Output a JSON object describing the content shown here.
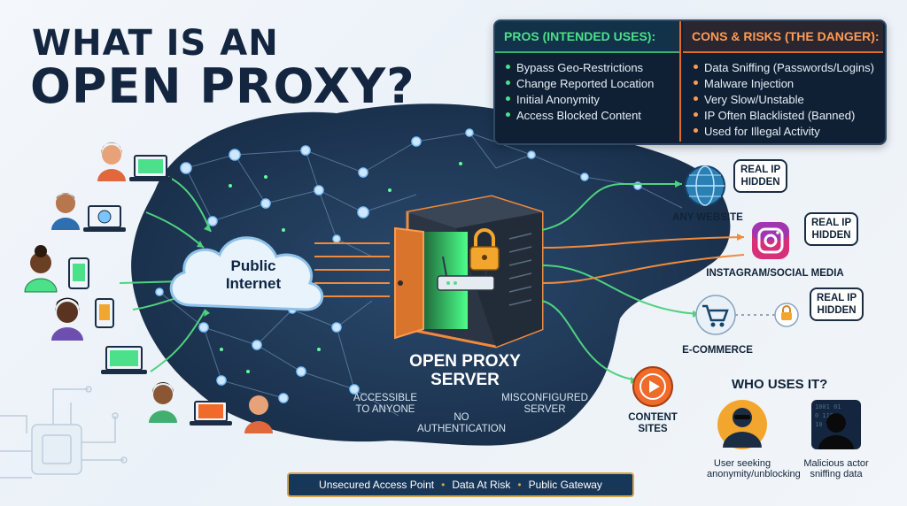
{
  "title": {
    "line1": "WHAT IS AN",
    "line2": "OPEN PROXY?"
  },
  "panel": {
    "pros_header": "PROS (INTENDED USES):",
    "pros": [
      "Bypass Geo-Restrictions",
      "Change Reported Location",
      "Initial Anonymity",
      "Access Blocked Content"
    ],
    "cons_header": "CONS & RISKS (THE DANGER):",
    "cons": [
      "Data Sniffing (Passwords/Logins)",
      "Malware Injection",
      "Very Slow/Unstable",
      "IP Often Blacklisted (Banned)",
      "Used for Illegal Activity"
    ]
  },
  "cloud": {
    "line1": "Public",
    "line2": "Internet"
  },
  "server": {
    "line1": "OPEN PROXY",
    "line2": "SERVER",
    "tag_left_1": "ACCESSIBLE",
    "tag_left_2": "TO ANYONE",
    "tag_mid_1": "NO",
    "tag_mid_2": "AUTHENTICATION",
    "tag_right_1": "MISCONFIGURED",
    "tag_right_2": "SERVER"
  },
  "destinations": {
    "website": "ANY WEBSITE",
    "social": "INSTAGRAM/SOCIAL MEDIA",
    "ecommerce": "E-COMMERCE",
    "content_1": "CONTENT",
    "content_2": "SITES"
  },
  "bubbles": {
    "b1_1": "REAL IP",
    "b1_2": "HIDDEN",
    "b2_1": "REAL IP",
    "b2_2": "HIDDEN",
    "b3_1": "REAL IP",
    "b3_2": "HIDDEN"
  },
  "who": {
    "title": "WHO USES IT?",
    "user_1": "User seeking",
    "user_2": "anonymity/unblocking",
    "actor_1": "Malicious actor",
    "actor_2": "sniffing data"
  },
  "banner": {
    "item1": "Unsecured Access Point",
    "item2": "Data At Risk",
    "item3": "Public Gateway"
  },
  "colors": {
    "navy": "#14263f",
    "green": "#4de08a",
    "orange": "#e06b2d",
    "blob": "#1c3350"
  },
  "icons": [
    "person-icon",
    "laptop-icon",
    "phone-icon",
    "cloud-icon",
    "server-rack-icon",
    "padlock-icon",
    "router-icon",
    "globe-icon",
    "instagram-icon",
    "shopping-cart-icon",
    "play-icon",
    "hacker-icon",
    "chip-icon"
  ]
}
